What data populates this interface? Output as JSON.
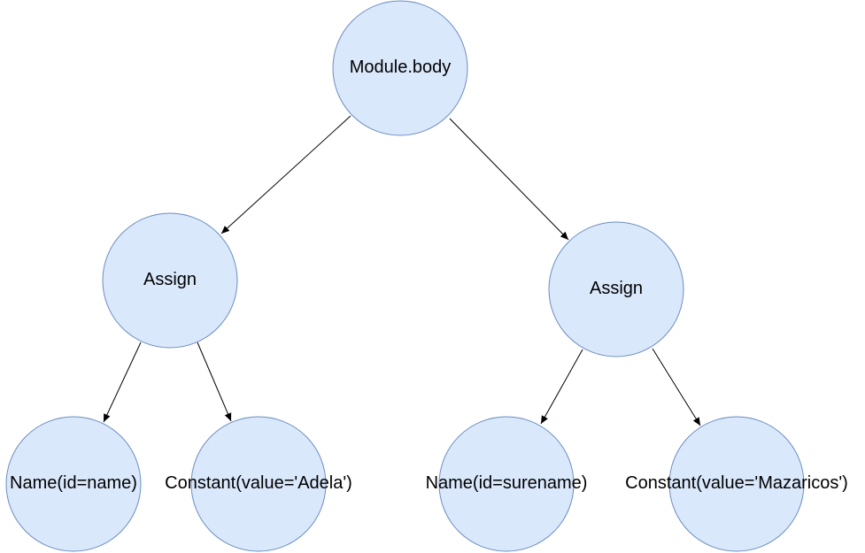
{
  "diagram": {
    "type": "tree",
    "nodes": [
      {
        "id": "root",
        "label": "Module.body"
      },
      {
        "id": "assign_left",
        "label": "Assign"
      },
      {
        "id": "assign_right",
        "label": "Assign"
      },
      {
        "id": "name_left",
        "label": "Name(id=name)"
      },
      {
        "id": "const_left",
        "label": "Constant(value='Adela')"
      },
      {
        "id": "name_right",
        "label": "Name(id=surename)"
      },
      {
        "id": "const_right",
        "label": "Constant(value='Mazaricos')"
      }
    ],
    "edges": [
      {
        "from": "root",
        "to": "assign_left"
      },
      {
        "from": "root",
        "to": "assign_right"
      },
      {
        "from": "assign_left",
        "to": "name_left"
      },
      {
        "from": "assign_left",
        "to": "const_left"
      },
      {
        "from": "assign_right",
        "to": "name_right"
      },
      {
        "from": "assign_right",
        "to": "const_right"
      }
    ],
    "colors": {
      "node_fill": "#dae8fc",
      "node_stroke": "#6c8ebf",
      "edge": "#000000",
      "text": "#000000"
    }
  }
}
